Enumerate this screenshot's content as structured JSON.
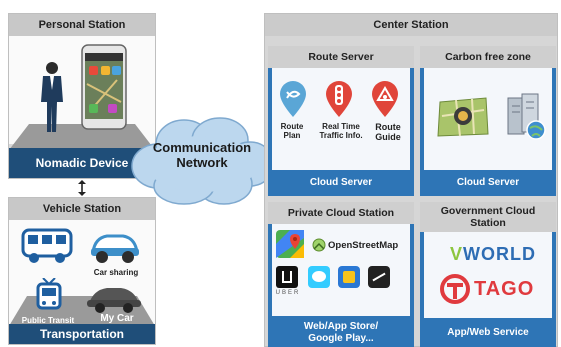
{
  "personal": {
    "title": "Personal Station",
    "footer": "Nomadic Device"
  },
  "vehicle": {
    "title": "Vehicle Station",
    "car_sharing": "Car sharing",
    "public_transit": "Public Transit",
    "my_car": "My Car",
    "footer": "Transportation"
  },
  "network": {
    "line1": "Communication",
    "line2": "Network"
  },
  "center": {
    "title": "Center Station",
    "route_server": {
      "title": "Route Server",
      "items": [
        {
          "line1": "Route",
          "line2": "Plan"
        },
        {
          "line1": "Real Time",
          "line2": "Traffic Info."
        },
        {
          "line1": "Route",
          "line2": "Guide"
        }
      ],
      "footer": "Cloud Server"
    },
    "carbon": {
      "title": "Carbon free zone",
      "footer": "Cloud Server"
    },
    "private_cloud": {
      "title": "Private Cloud Station",
      "osm_label": "OpenStreetMap",
      "uber_label": "UBER",
      "footer_line1": "Web/App Store/",
      "footer_line2": "Google Play..."
    },
    "government": {
      "title_line1": "Government Cloud",
      "title_line2": "Station",
      "vworld_v": "V",
      "vworld_rest": "WORLD",
      "tago": "TAGO",
      "footer": "App/Web Service"
    }
  },
  "colors": {
    "dark_blue": "#1f4e79",
    "mid_blue": "#2e75b6",
    "panel_gray": "#d9d9d9",
    "cloud": "#bcd7ee"
  }
}
